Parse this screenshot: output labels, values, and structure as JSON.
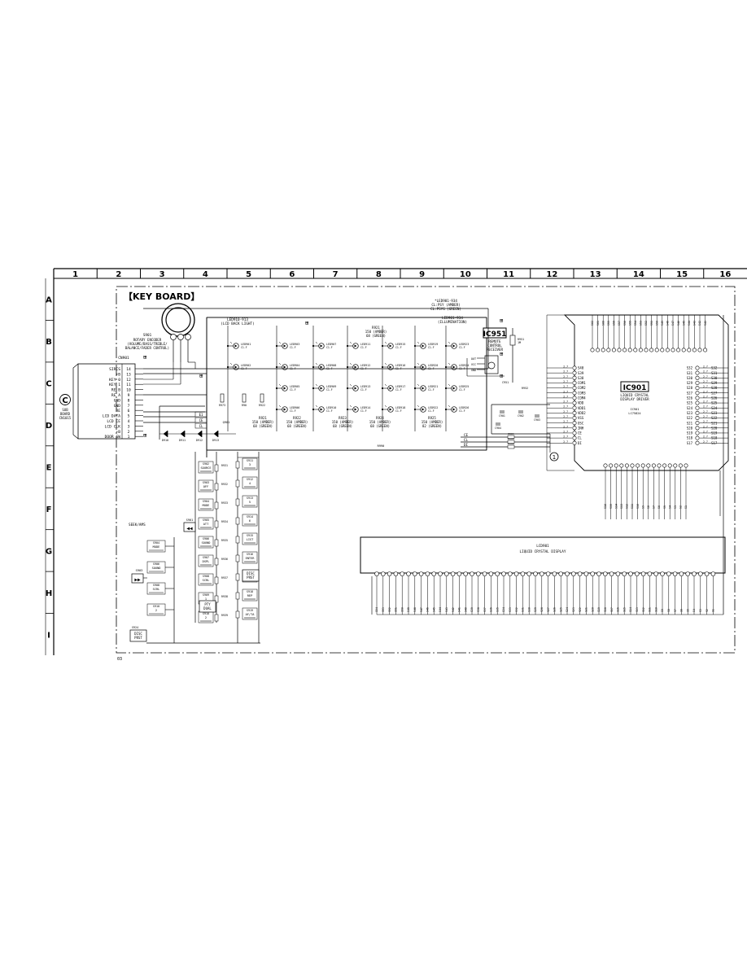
{
  "title": "KEY BOARD",
  "grid": {
    "columns": [
      "1",
      "2",
      "3",
      "4",
      "5",
      "6",
      "7",
      "8",
      "9",
      "10",
      "11",
      "12",
      "13",
      "14",
      "15",
      "16"
    ],
    "rows": [
      "A",
      "B",
      "C",
      "D",
      "E",
      "F",
      "G",
      "H",
      "I"
    ]
  },
  "connector": {
    "id": "CN901",
    "letter": "C",
    "label_lines": [
      "SUB",
      "BOARD",
      "CN1015"
    ],
    "pins": [
      {
        "num": "14",
        "name": "SIRCS"
      },
      {
        "num": "13",
        "name": "+B"
      },
      {
        "num": "12",
        "name": "KEY 0"
      },
      {
        "num": "11",
        "name": "KEY 1"
      },
      {
        "num": "10",
        "name": "RE B"
      },
      {
        "num": "9",
        "name": "RE A"
      },
      {
        "num": "8",
        "name": "GND"
      },
      {
        "num": "7",
        "name": "GND"
      },
      {
        "num": "6",
        "name": "RE"
      },
      {
        "num": "5",
        "name": "LCD DATA"
      },
      {
        "num": "4",
        "name": "LCD CE"
      },
      {
        "num": "3",
        "name": "LCD CLK"
      },
      {
        "num": "2",
        "name": "+B"
      },
      {
        "num": "1",
        "name": "DOOR SW"
      }
    ]
  },
  "encoder": {
    "id": "S901",
    "lines": [
      "ROTARY ENCODER",
      "(VOLUME/BASS/TREBLE/",
      "BALANCE/FADER CONTROL)"
    ]
  },
  "lcd_backlight_label": "LED910-913",
  "lcd_backlight_sub": "(LCD BACK LIGHT)",
  "illum_label": "LED901-934",
  "illum_sub": "(ILLUMINATION)",
  "illum_note_lines": [
    "*LED901-934",
    "CL:PSY (AMBER)",
    "CL:PSYG (GREEN)"
  ],
  "resistor_notes": [
    {
      "ref": "R921",
      "lines": [
        "150 (AMBER)",
        "68 (GREEN)"
      ]
    },
    {
      "ref": "R922",
      "lines": [
        "150 (AMBER)",
        "68 (GREEN)"
      ]
    },
    {
      "ref": "R923",
      "lines": [
        "150 (AMBER)",
        "68 (GREEN)"
      ]
    },
    {
      "ref": "R924",
      "lines": [
        "150 (AMBER)",
        "68 (GREEN)"
      ]
    },
    {
      "ref": "R925",
      "lines": [
        "150 (AMBER)",
        "82 (GREEN)"
      ]
    }
  ],
  "remote": {
    "id": "IC951",
    "lines": [
      "REMOTE",
      "CONTROL",
      "RECEIVER"
    ]
  },
  "driver": {
    "id": "IC901",
    "part": "LC75824",
    "lines": [
      "LIQUID CRYSTAL",
      "DISPLAY DRIVER"
    ]
  },
  "driver_left_pins": [
    "S40",
    "S39",
    "S38",
    "COM1",
    "COM2",
    "COM3",
    "COM4",
    "VDD",
    "VDD1",
    "VDD2",
    "VSS",
    "OSC",
    "INH",
    "CE",
    "CL",
    "DI"
  ],
  "driver_right_pins": [
    "S32",
    "S31",
    "S30",
    "S29",
    "S28",
    "S27",
    "S26",
    "S25",
    "S24",
    "S23",
    "S22",
    "S21",
    "S20",
    "S19",
    "S18",
    "S17"
  ],
  "driver_right_value": "2.7",
  "bus_signals": [
    "CE",
    "CL",
    "DI"
  ],
  "marker_one": "1",
  "lcd": {
    "id": "LCD901",
    "label": "LIQUID CRYSTAL DISPLAY",
    "pin_count": "54"
  },
  "switches": [
    {
      "ref": "S902",
      "fn": "SOURCE"
    },
    {
      "ref": "S903",
      "fn": "OFF"
    },
    {
      "ref": "S904",
      "fn": "MODE"
    },
    {
      "ref": "S905",
      "fn": "ATT"
    },
    {
      "ref": "S906",
      "fn": "SOUND"
    },
    {
      "ref": "S907",
      "fn": "DSPL"
    },
    {
      "ref": "S908",
      "fn": "SCRL"
    },
    {
      "ref": "S909",
      "fn": "1"
    },
    {
      "ref": "S910",
      "fn": "2"
    },
    {
      "ref": "S911",
      "fn": "3"
    },
    {
      "ref": "S912",
      "fn": "4"
    },
    {
      "ref": "S913",
      "fn": "5"
    },
    {
      "ref": "S914",
      "fn": "6"
    },
    {
      "ref": "S915",
      "fn": "LIST"
    },
    {
      "ref": "S916",
      "fn": "ENTER"
    },
    {
      "ref": "S917",
      "fn": "SHUF"
    },
    {
      "ref": "S918",
      "fn": "REP"
    },
    {
      "ref": "S919",
      "fn": "AF/TA"
    }
  ],
  "seek": {
    "label": "SEEK/AMS",
    "prev_ref": "S901",
    "next_ref": "S903"
  },
  "pty_lines": [
    "PTY",
    "DUAL"
  ],
  "disc_lines": [
    "DISC",
    "PRST"
  ],
  "ref_03": "03",
  "ground_label": "R990"
}
